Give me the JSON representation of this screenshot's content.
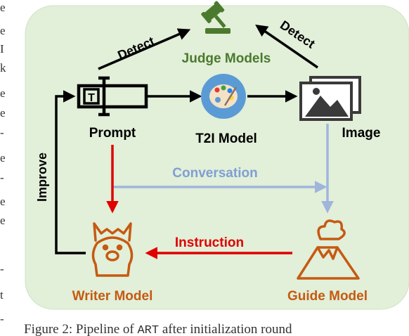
{
  "colors": {
    "panel_bg": "#e2efd9",
    "panel_border": "#c6dcb8",
    "black": "#000000",
    "green": "#4b7a2e",
    "blue_arrow": "#9fb5dc",
    "blue_text": "#7f9fd4",
    "red": "#e00000",
    "orange": "#c55a11",
    "t2i_circle": "#5b9bd5"
  },
  "labels": {
    "judge_models": "Judge Models",
    "detect_left": "Detect",
    "detect_right": "Detect",
    "prompt": "Prompt",
    "t2i_model": "T2I Model",
    "image": "Image",
    "conversation": "Conversation",
    "improve": "Improve",
    "instruction": "Instruction",
    "writer_model": "Writer Model",
    "guide_model": "Guide Model",
    "prompt_box_letter": "T"
  },
  "icons": {
    "judge": "gavel-icon",
    "prompt": "text-input-icon",
    "t2i": "palette-icon",
    "image": "image-stack-icon",
    "writer": "llama-icon",
    "guide": "volcano-icon"
  },
  "caption": {
    "prefix": "Figure 2: Pipeline of ",
    "name": "ART",
    "suffix": " after initialization round"
  }
}
